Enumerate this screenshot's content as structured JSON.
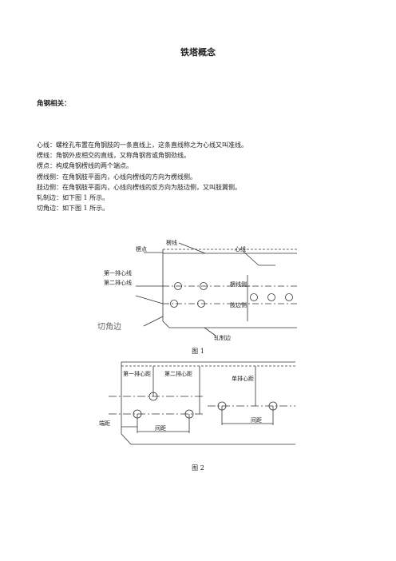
{
  "title": "铁塔概念",
  "section_heading": "角钢相关：",
  "definitions": [
    "心线：螺栓孔布置在角钢肢的一条直线上，这条直线称之为心线又叫准线。",
    "楞线：角钢外皮相交的直线，又称角钢背或角钢劲线。",
    "楞点：构成角钢楞线的两个端点。",
    "楞线侧：在角钢肢平面内，心线向楞线的方向为楞线侧。",
    "肢边侧：在角钢肢平面内，心线向楞线的反方向为肢边侧，又叫肢翼侧。",
    "轧制边：如下图 1 所示。",
    "切角边：如下图 1 所示。"
  ],
  "figure1": {
    "caption": "图 1",
    "labels": {
      "leng_point": "楞点",
      "leng_line": "楞线",
      "heart_line": "心线",
      "first_row": "第一排心线",
      "second_row": "第二排心线",
      "leng_side": "楞线侧",
      "limb_side": "肢边侧",
      "cut_edge": "切角边",
      "rolled_edge": "轧制边"
    }
  },
  "figure2": {
    "caption": "图 2",
    "labels": {
      "first_row_dist": "第一排心距",
      "second_row_dist": "第二排心距",
      "single_row_dist": "单排心距",
      "end_dist": "端距",
      "spacing": "间距",
      "spacing2": "间距"
    }
  }
}
